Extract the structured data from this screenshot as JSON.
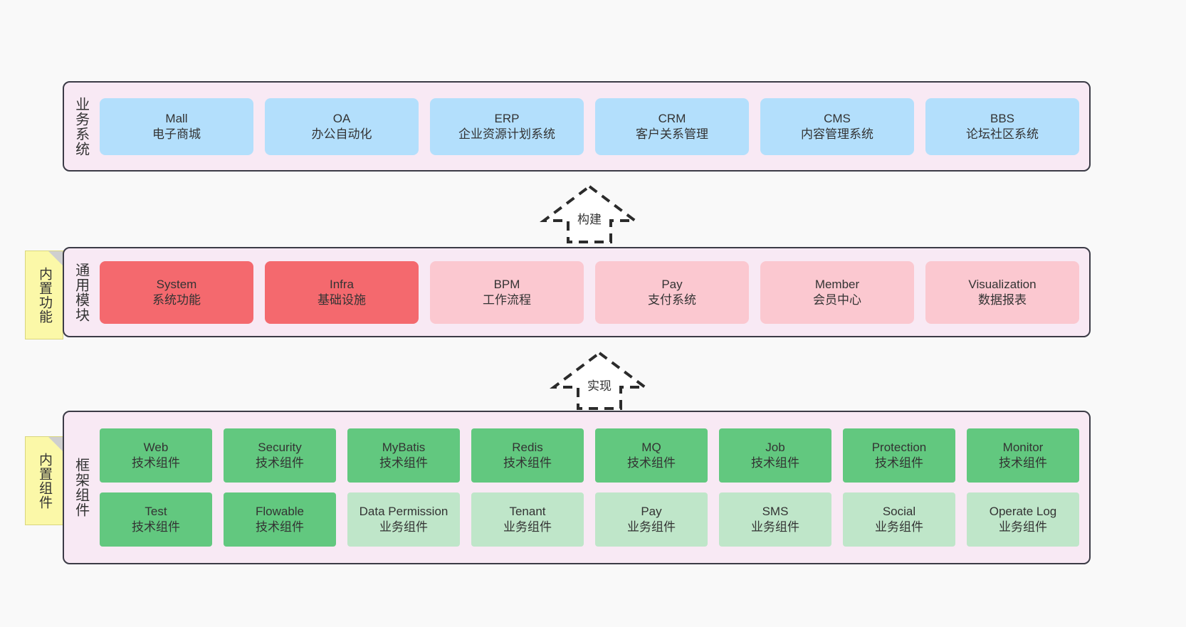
{
  "colors": {
    "canvas_bg": "#f9f9f9",
    "layer_bg": "#f8e9f4",
    "layer_border": "#3b3b46",
    "business_cell": "#b3dffc",
    "module_active": "#f4696e",
    "module_plain": "#fbc8d0",
    "tech_component": "#62c87f",
    "biz_component": "#bfe6c9",
    "note_bg": "#fbf8a8",
    "text": "#333333"
  },
  "layers": [
    {
      "id": "business-system",
      "title": "业务系统",
      "rows": [
        [
          {
            "name": "Mall",
            "desc": "电子商城",
            "style": "c-blue"
          },
          {
            "name": "OA",
            "desc": "办公自动化",
            "style": "c-blue"
          },
          {
            "name": "ERP",
            "desc": "企业资源计划系统",
            "style": "c-blue"
          },
          {
            "name": "CRM",
            "desc": "客户关系管理",
            "style": "c-blue"
          },
          {
            "name": "CMS",
            "desc": "内容管理系统",
            "style": "c-blue"
          },
          {
            "name": "BBS",
            "desc": "论坛社区系统",
            "style": "c-blue"
          }
        ]
      ]
    },
    {
      "id": "common-module",
      "title": "通用模块",
      "note": "内置功能",
      "rows": [
        [
          {
            "name": "System",
            "desc": "系统功能",
            "style": "c-red"
          },
          {
            "name": "Infra",
            "desc": "基础设施",
            "style": "c-red"
          },
          {
            "name": "BPM",
            "desc": "工作流程",
            "style": "c-pink"
          },
          {
            "name": "Pay",
            "desc": "支付系统",
            "style": "c-pink"
          },
          {
            "name": "Member",
            "desc": "会员中心",
            "style": "c-pink"
          },
          {
            "name": "Visualization",
            "desc": "数据报表",
            "style": "c-pink"
          }
        ]
      ]
    },
    {
      "id": "framework-component",
      "title": "框架组件",
      "note": "内置组件",
      "rows": [
        [
          {
            "name": "Web",
            "desc": "技术组件",
            "style": "c-green"
          },
          {
            "name": "Security",
            "desc": "技术组件",
            "style": "c-green"
          },
          {
            "name": "MyBatis",
            "desc": "技术组件",
            "style": "c-green"
          },
          {
            "name": "Redis",
            "desc": "技术组件",
            "style": "c-green"
          },
          {
            "name": "MQ",
            "desc": "技术组件",
            "style": "c-green"
          },
          {
            "name": "Job",
            "desc": "技术组件",
            "style": "c-green"
          },
          {
            "name": "Protection",
            "desc": "技术组件",
            "style": "c-green"
          },
          {
            "name": "Monitor",
            "desc": "技术组件",
            "style": "c-green"
          }
        ],
        [
          {
            "name": "Test",
            "desc": "技术组件",
            "style": "c-green"
          },
          {
            "name": "Flowable",
            "desc": "技术组件",
            "style": "c-green"
          },
          {
            "name": "Data Permission",
            "desc": "业务组件",
            "style": "c-lightgreen"
          },
          {
            "name": "Tenant",
            "desc": "业务组件",
            "style": "c-lightgreen"
          },
          {
            "name": "Pay",
            "desc": "业务组件",
            "style": "c-lightgreen"
          },
          {
            "name": "SMS",
            "desc": "业务组件",
            "style": "c-lightgreen"
          },
          {
            "name": "Social",
            "desc": "业务组件",
            "style": "c-lightgreen"
          },
          {
            "name": "Operate Log",
            "desc": "业务组件",
            "style": "c-lightgreen"
          }
        ]
      ]
    }
  ],
  "arrows": [
    {
      "id": "build-arrow",
      "label": "构建"
    },
    {
      "id": "implement-arrow",
      "label": "实现"
    }
  ]
}
